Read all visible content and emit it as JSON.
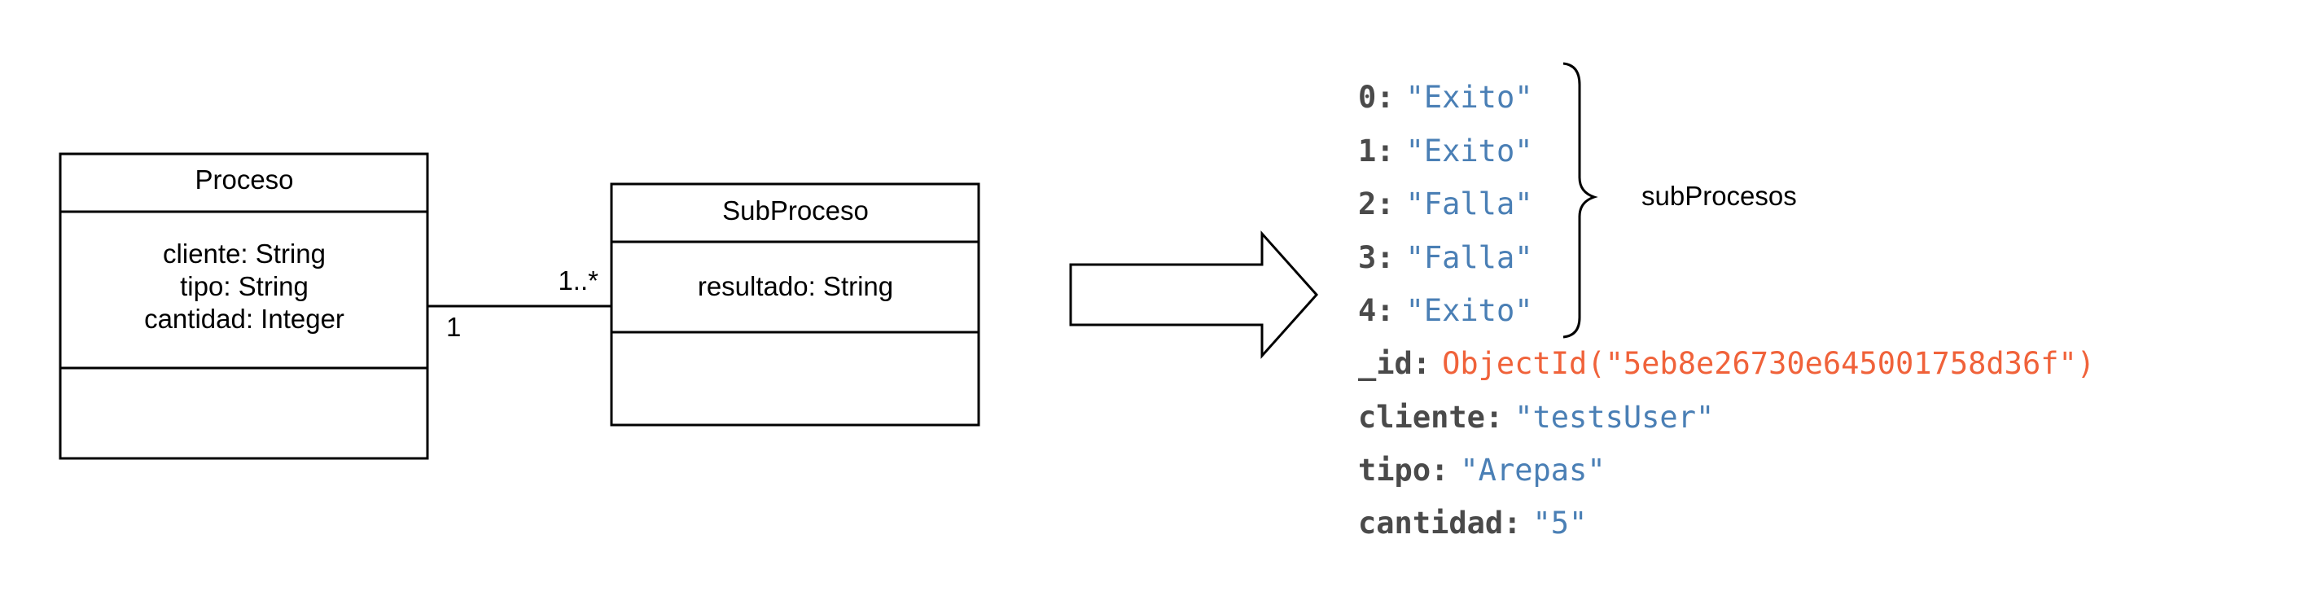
{
  "uml": {
    "proceso": {
      "name": "Proceso",
      "attributes": [
        "cliente: String",
        "tipo: String",
        "cantidad: Integer"
      ]
    },
    "subproceso": {
      "name": "SubProceso",
      "attributes": [
        "resultado:  String"
      ]
    },
    "association": {
      "source_multiplicity": "1",
      "target_multiplicity": "1..*"
    }
  },
  "document": {
    "subprocesos": [
      {
        "key": "0",
        "value": "\"Exito\""
      },
      {
        "key": "1",
        "value": "\"Exito\""
      },
      {
        "key": "2",
        "value": "\"Falla\""
      },
      {
        "key": "3",
        "value": "\"Falla\""
      },
      {
        "key": "4",
        "value": "\"Exito\""
      }
    ],
    "fields": [
      {
        "key": "_id",
        "value": "ObjectId(\"5eb8e26730e645001758d36f\")",
        "kind": "objectid"
      },
      {
        "key": "cliente",
        "value": "\"testsUser\"",
        "kind": "string"
      },
      {
        "key": "tipo",
        "value": "\"Arepas\"",
        "kind": "string"
      },
      {
        "key": "cantidad",
        "value": "\"5\"",
        "kind": "string"
      }
    ],
    "brace_label": "subProcesos",
    "colors": {
      "key": "#4a4a4a",
      "string": "#4a7fb5",
      "objectid": "#f0623a"
    }
  }
}
